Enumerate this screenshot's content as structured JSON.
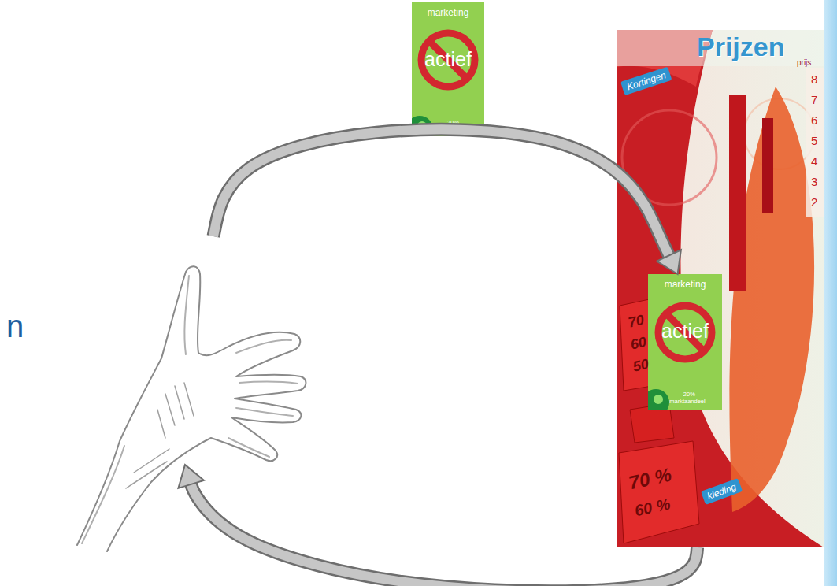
{
  "diagram": {
    "nodes": [
      {
        "text": [
          "marketing",
          "actief",
          "- 20% marktaandeel"
        ]
      },
      {
        "text": [
          "Prijzen"
        ]
      },
      {
        "text": [
          "marketing",
          "actief",
          "- 20% marktaandeel"
        ],
        "in": 1
      },
      {
        "text": [
          "n"
        ]
      }
    ],
    "edges": [
      {
        "from": 3,
        "to": 2,
        "arrow": "to"
      },
      {
        "from": 1,
        "to": 3,
        "arrow": "to"
      }
    ],
    "labels": [
      "Kortingen",
      "70",
      "60",
      "50",
      "70 %",
      "60 %",
      "kleding",
      "prijs",
      "8",
      "7",
      "6",
      "5",
      "4",
      "3",
      "2"
    ]
  }
}
